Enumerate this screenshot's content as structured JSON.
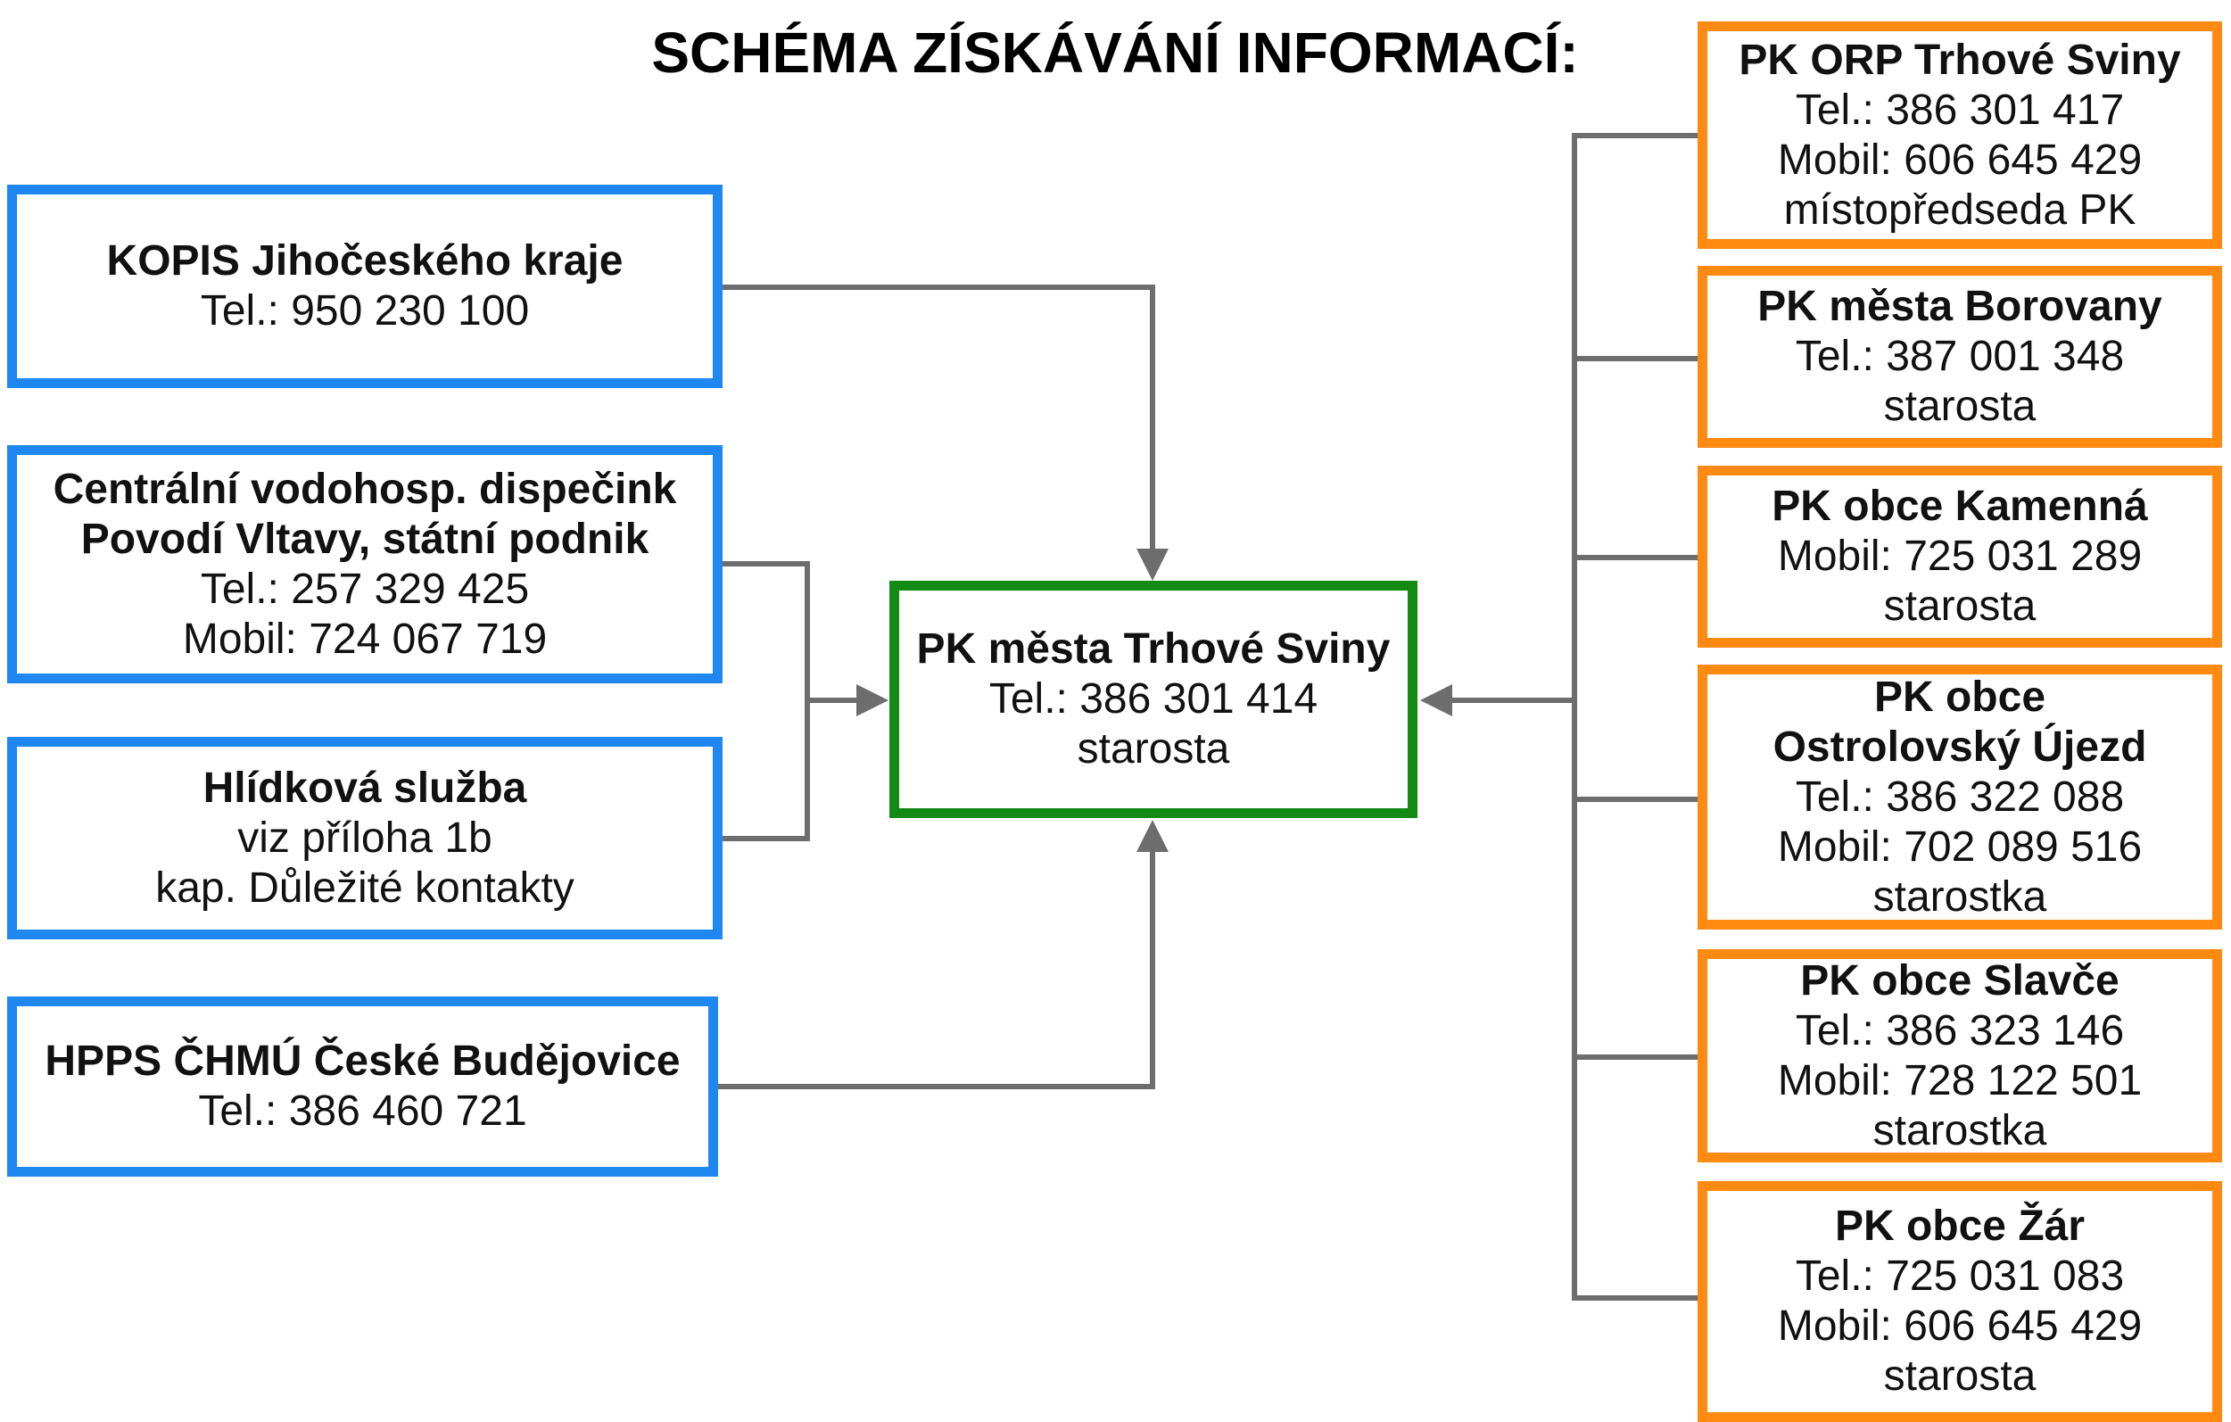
{
  "title": "SCHÉMA ZÍSKÁVÁNÍ INFORMACÍ:",
  "colors": {
    "sources": "#1e88f0",
    "center": "#138a13",
    "municipalities": "#ff8a12",
    "connectors": "#6d6d6d"
  },
  "sources": [
    {
      "name": "KOPIS Jihočeského kraje",
      "lines": [
        "Tel.: 950 230 100"
      ]
    },
    {
      "name": "Centrální vodohosp. dispečink",
      "name2": "Povodí Vltavy, státní podnik",
      "lines": [
        "Tel.: 257 329 425",
        "Mobil: 724 067 719"
      ]
    },
    {
      "name": "Hlídková služba",
      "lines": [
        "viz příloha 1b",
        "kap. Důležité kontakty"
      ]
    },
    {
      "name": "HPPS ČHMÚ České Budějovice",
      "lines": [
        "Tel.: 386 460 721"
      ]
    }
  ],
  "center": {
    "name": "PK města Trhové Sviny",
    "lines": [
      "Tel.: 386 301 414",
      "starosta"
    ]
  },
  "municipalities": [
    {
      "name": "PK ORP Trhové Sviny",
      "lines": [
        "Tel.: 386 301 417",
        "Mobil: 606 645 429",
        "místopředseda PK"
      ]
    },
    {
      "name": "PK města Borovany",
      "lines": [
        "Tel.: 387 001 348",
        "starosta"
      ]
    },
    {
      "name": "PK obce Kamenná",
      "lines": [
        "Mobil: 725 031 289",
        "starosta"
      ]
    },
    {
      "name": "PK obce",
      "name2": "Ostrolovský Újezd",
      "lines": [
        "Tel.: 386 322 088",
        "Mobil: 702 089 516",
        "starostka"
      ]
    },
    {
      "name": "PK obce Slavče",
      "lines": [
        "Tel.: 386 323 146",
        "Mobil: 728 122 501",
        "starostka"
      ]
    },
    {
      "name": "PK obce Žár",
      "lines": [
        "Tel.: 725 031 083",
        "Mobil: 606 645 429",
        "starosta"
      ]
    }
  ]
}
